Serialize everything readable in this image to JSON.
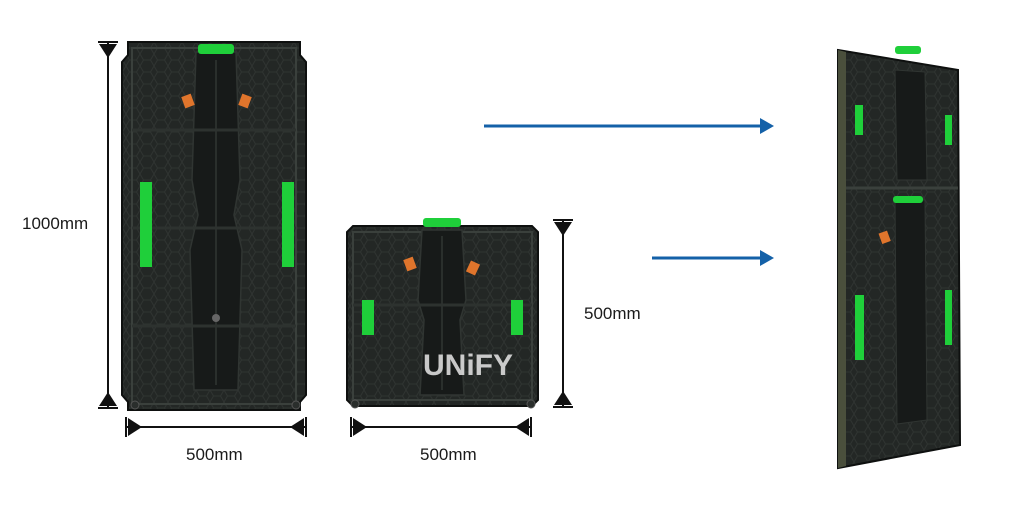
{
  "dimensions": {
    "large_height": "1000mm",
    "large_width": "500mm",
    "small_width": "500mm",
    "small_height": "500mm"
  },
  "watermark": "UNiFY",
  "colors": {
    "panel_dark": "#1c1f1e",
    "accent_green": "#1fcf3a",
    "connector_orange": "#e0752c",
    "arrow_blue": "#1461a8",
    "dimension_line": "#111111"
  }
}
